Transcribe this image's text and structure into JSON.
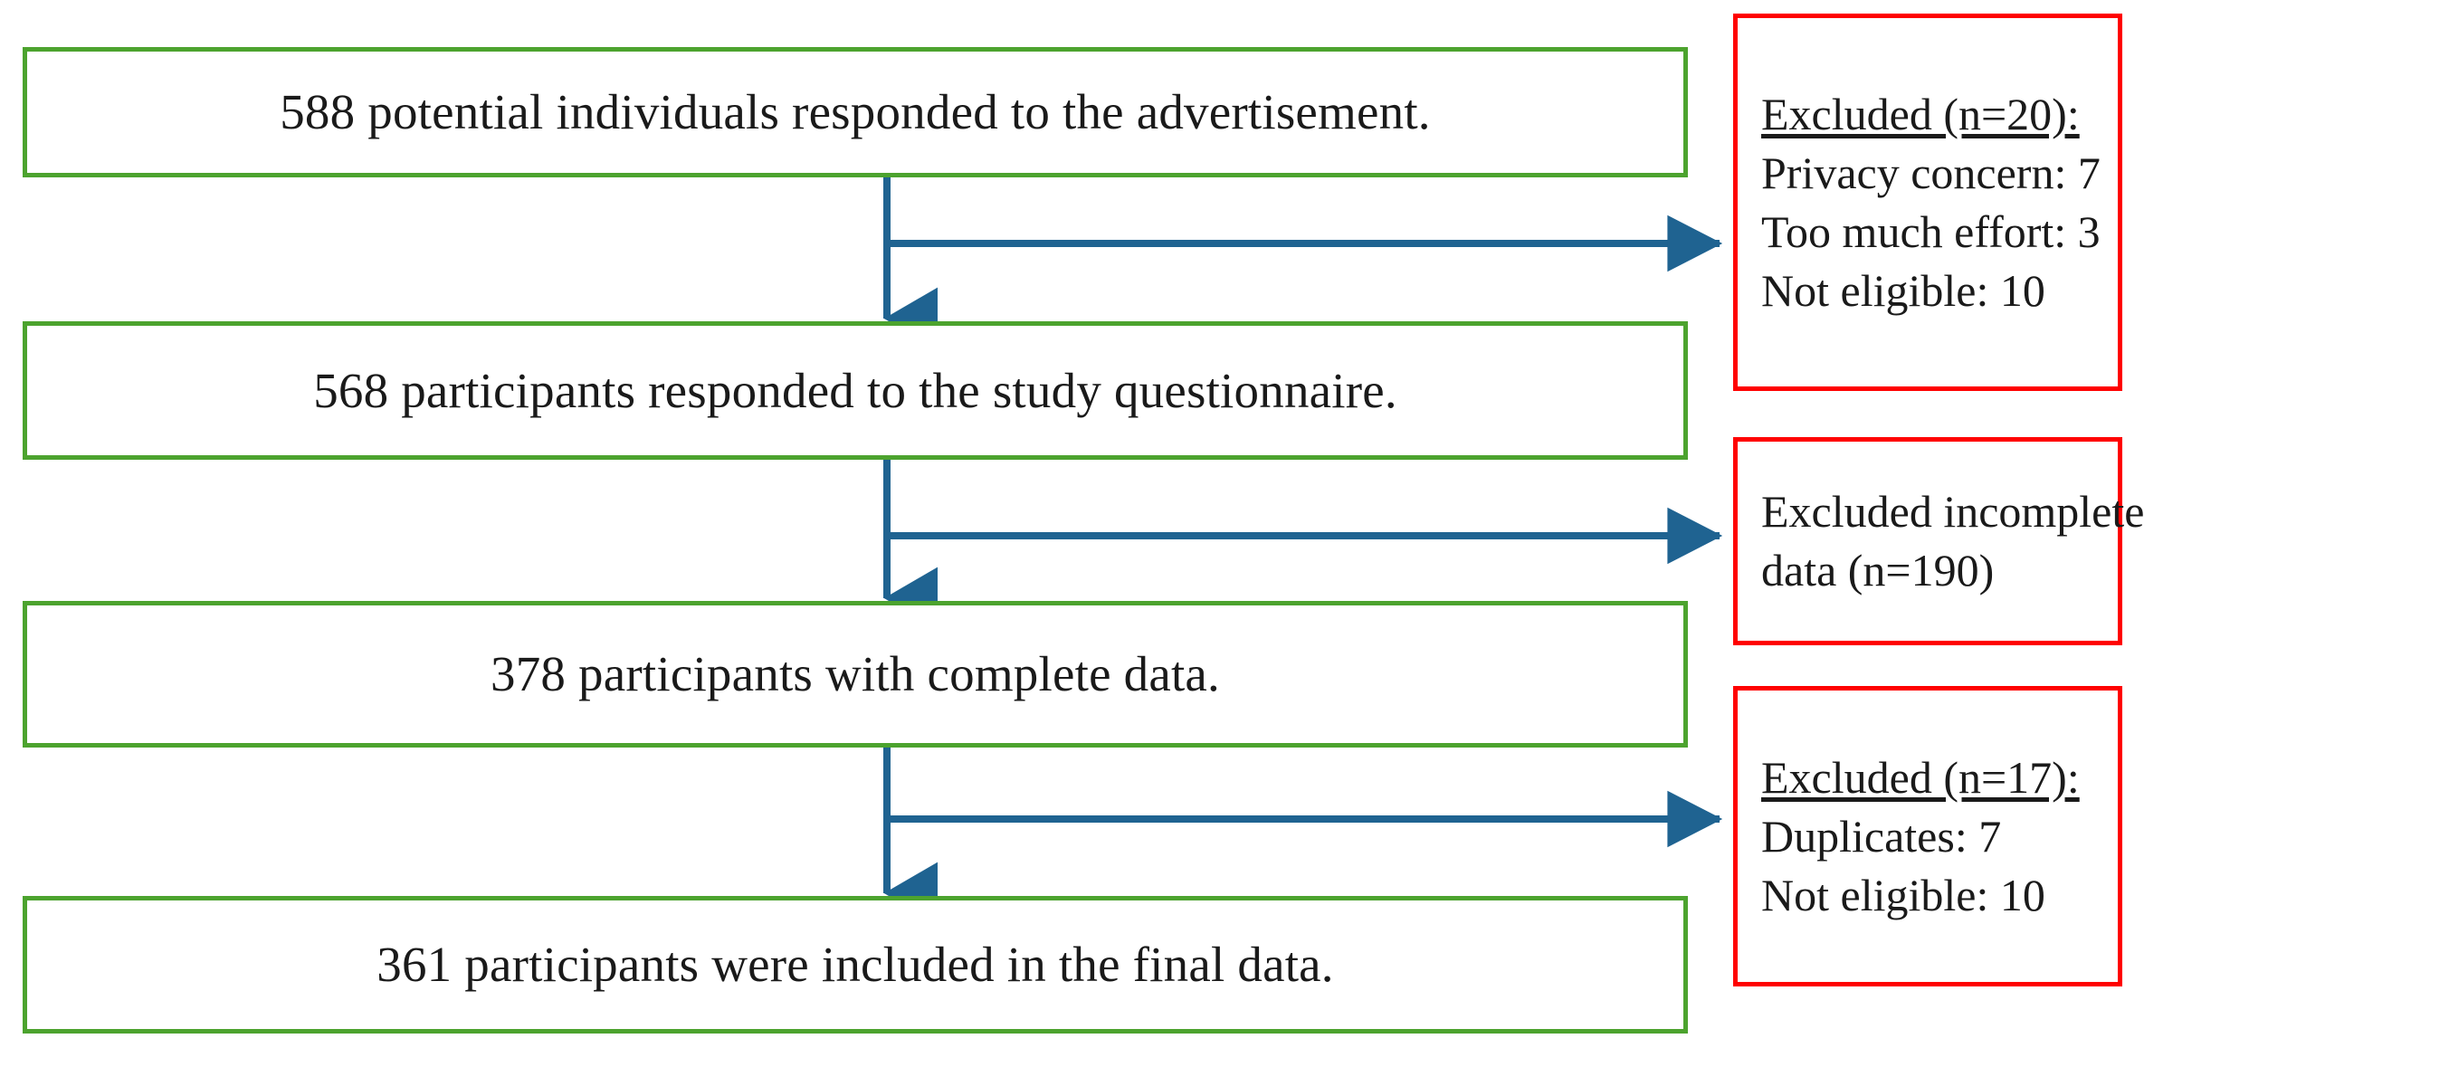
{
  "diagram": {
    "title": "Participant flow diagram",
    "colors": {
      "box_green": "#4CA32E",
      "box_red": "#FF0000",
      "arrow_blue": "#1F6391",
      "text": "#1a1a1a",
      "background": "#ffffff"
    },
    "flow_boxes": [
      {
        "id": "responded-advertisement",
        "text": "588 potential individuals responded to the advertisement.",
        "count": 588
      },
      {
        "id": "responded-questionnaire",
        "text": "568 participants responded to the study questionnaire.",
        "count": 568
      },
      {
        "id": "complete-data",
        "text": "378 participants with complete data.",
        "count": 378
      },
      {
        "id": "final-data",
        "text": "361 participants were included in the final data.",
        "count": 361
      }
    ],
    "exclusion_boxes": [
      {
        "id": "excluded-20",
        "heading": "Excluded (n=20):",
        "heading_underlined": true,
        "reasons": [
          {
            "label": "Privacy concern: 7",
            "name": "Privacy concern",
            "value": 7
          },
          {
            "label": "Too much effort: 3",
            "name": "Too much effort",
            "value": 3
          },
          {
            "label": "Not eligible: 10",
            "name": "Not eligible",
            "value": 10
          }
        ],
        "total": 20
      },
      {
        "id": "excluded-incomplete-190",
        "heading": "",
        "heading_underlined": false,
        "reasons": [
          {
            "label": "Excluded incomplete",
            "name": "Excluded incomplete data",
            "value": 190
          },
          {
            "label": "data (n=190)",
            "name": "",
            "value": null
          }
        ],
        "total": 190
      },
      {
        "id": "excluded-17",
        "heading": "Excluded (n=17):",
        "heading_underlined": true,
        "reasons": [
          {
            "label": "Duplicates: 7",
            "name": "Duplicates",
            "value": 7
          },
          {
            "label": "Not eligible: 10",
            "name": "Not eligible",
            "value": 10
          }
        ],
        "total": 17
      }
    ],
    "connectors": [
      {
        "id": "connector-1",
        "from": "responded-advertisement",
        "to": "responded-questionnaire",
        "branch_to": "excluded-20"
      },
      {
        "id": "connector-2",
        "from": "responded-questionnaire",
        "to": "complete-data",
        "branch_to": "excluded-incomplete-190"
      },
      {
        "id": "connector-3",
        "from": "complete-data",
        "to": "final-data",
        "branch_to": "excluded-17"
      }
    ]
  }
}
